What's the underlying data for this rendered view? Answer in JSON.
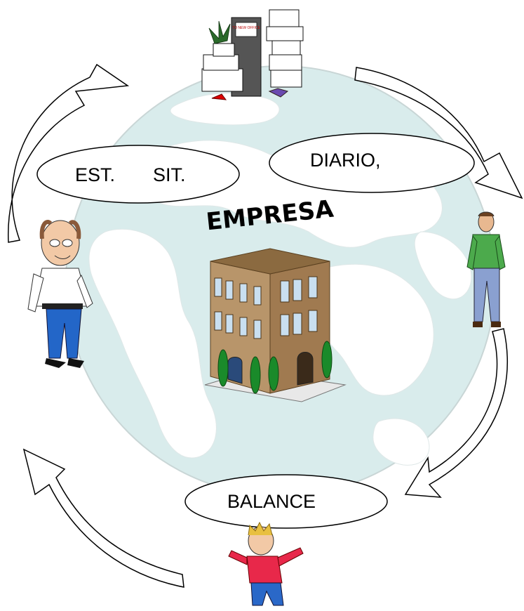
{
  "diagram": {
    "title": "EMPRESA",
    "labels": {
      "est": "EST.",
      "sit": "SIT.",
      "diario": "DIARIO,",
      "balance": "BALANCE"
    },
    "sign_text": "TO NEW OFFICE",
    "colors": {
      "globe_ocean": "#d9ecec",
      "globe_land": "#ffffff",
      "building": "#b8956a",
      "window": "#c9dff0",
      "tree": "#1a8a2a"
    }
  }
}
